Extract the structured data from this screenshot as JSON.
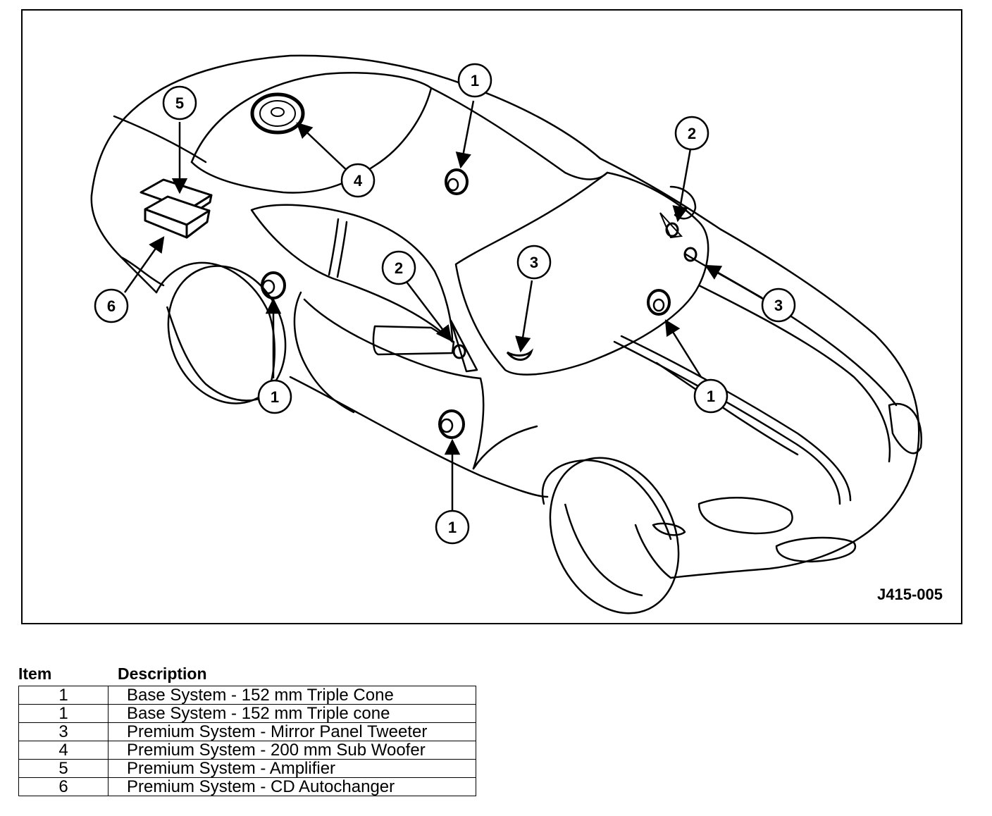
{
  "figure": {
    "id_label": "J415-005",
    "callouts": [
      {
        "num": "1",
        "target": "door speaker (right front)"
      },
      {
        "num": "1",
        "target": "door speaker (left front)"
      },
      {
        "num": "1",
        "target": "door speaker (left rear)"
      },
      {
        "num": "1",
        "target": "door speaker (right rear)"
      },
      {
        "num": "2",
        "target": "mirror panel tweeter (left)"
      },
      {
        "num": "2",
        "target": "mirror panel tweeter (right)"
      },
      {
        "num": "3",
        "target": "mirror panel tweeter (left)"
      },
      {
        "num": "3",
        "target": "mirror panel tweeter (right)"
      },
      {
        "num": "4",
        "target": "sub woofer"
      },
      {
        "num": "5",
        "target": "amplifier"
      },
      {
        "num": "6",
        "target": "CD autochanger"
      }
    ]
  },
  "legend": {
    "item_header": "Item",
    "description_header": "Description",
    "rows": [
      {
        "item": "1",
        "description": "Base System - 152 mm Triple Cone"
      },
      {
        "item": "1",
        "description": "Base System - 152 mm Triple cone"
      },
      {
        "item": "3",
        "description": "Premium System - Mirror Panel Tweeter"
      },
      {
        "item": "4",
        "description": "Premium System - 200 mm Sub Woofer"
      },
      {
        "item": "5",
        "description": "Premium System - Amplifier"
      },
      {
        "item": "6",
        "description": "Premium System - CD Autochanger"
      }
    ]
  }
}
